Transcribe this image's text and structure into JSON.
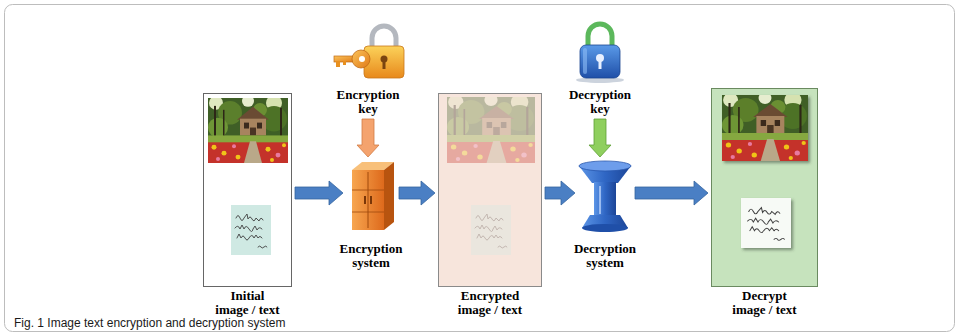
{
  "diagram": {
    "caption": "Fig. 1 Image text encryption and decryption system",
    "nodes": [
      {
        "text": [
          "Initial image / text"
        ]
      },
      {
        "text": [
          "Encryption key"
        ]
      },
      {
        "text": [
          "Encryption system"
        ]
      },
      {
        "text": [
          "Encrypted image / text"
        ]
      },
      {
        "text": [
          "Decryption key"
        ]
      },
      {
        "text": [
          "Decryption system"
        ]
      },
      {
        "text": [
          "Decrypt image / text"
        ]
      }
    ],
    "edges": [
      {
        "from": 0,
        "to": 2,
        "arrow": "to"
      },
      {
        "from": 1,
        "to": 2,
        "arrow": "to"
      },
      {
        "from": 2,
        "to": 3,
        "arrow": "to"
      },
      {
        "from": 3,
        "to": 5,
        "arrow": "to"
      },
      {
        "from": 4,
        "to": 5,
        "arrow": "to"
      },
      {
        "from": 5,
        "to": 6,
        "arrow": "to"
      }
    ]
  }
}
